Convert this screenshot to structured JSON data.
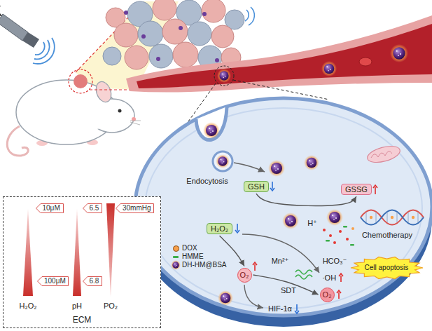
{
  "diagram": {
    "nodes": [
      {
        "text": [
          "ECM"
        ]
      },
      {
        "text": [
          "10μM"
        ],
        "in": 0
      },
      {
        "text": [
          "100μM"
        ],
        "in": 0
      },
      {
        "text": [
          "6.5"
        ],
        "in": 0
      },
      {
        "text": [
          "6.8"
        ],
        "in": 0
      },
      {
        "text": [
          "30mmHg"
        ],
        "in": 0
      },
      {
        "text": [
          "GSH"
        ]
      },
      {
        "text": [
          "GSSG"
        ]
      },
      {
        "text": [
          "H₂O₂"
        ]
      },
      {
        "text": [
          "Cell apoptosis"
        ]
      },
      {
        "text": [
          "O₂"
        ]
      },
      {
        "text": [
          "O₂"
        ]
      }
    ],
    "edges": [
      {
        "from": 6,
        "to": 7,
        "arrow": "to"
      },
      {
        "from": 8,
        "to": 10,
        "arrow": "to"
      },
      {
        "from": 10,
        "to": 11,
        "arrow": "to",
        "label": "SDT"
      }
    ],
    "labels": [
      "Endocytosis",
      "H⁺",
      "Chemotherapy",
      "Mn²⁺",
      "HCO₃⁻",
      "·OH",
      "HIF-1α",
      "H₂O₂",
      "pH",
      "PO₂"
    ],
    "legend": [
      {
        "text": "DOX",
        "color": "#f7a04b"
      },
      {
        "text": "HMME",
        "color": "#3cae4a"
      },
      {
        "text": "DH-HM@BSA"
      }
    ]
  }
}
